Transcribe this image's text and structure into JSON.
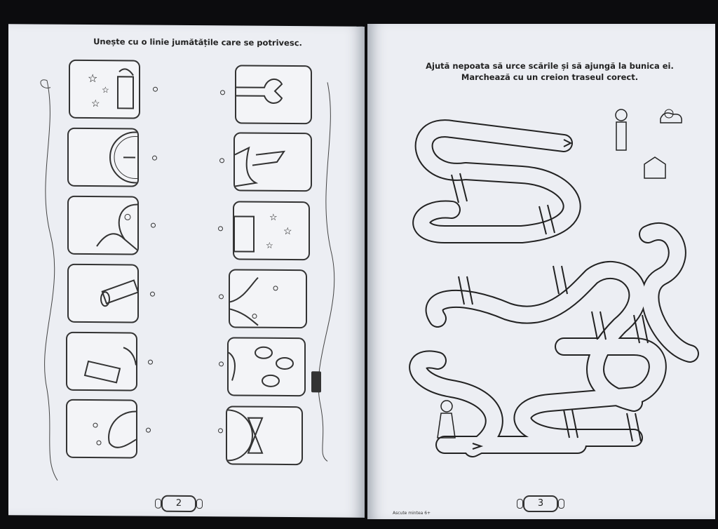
{
  "left_page": {
    "instruction": "Unește cu o linie jumătățile care se potrivesc.",
    "left_cards": [
      "gift-box-stars",
      "clock",
      "parrot",
      "pipe",
      "ribbon-bell",
      "dolphin"
    ],
    "right_cards": [
      "wrench",
      "ribbon-bell",
      "gift-box-stars",
      "dolphin-tail",
      "parrot-leaves",
      "hourglass-clock"
    ],
    "page_number": "2"
  },
  "right_page": {
    "instruction_line1": "Ajută nepoata să urce scările și să ajungă la bunica ei.",
    "instruction_line2": "Marchează cu un creion traseul corect.",
    "page_number": "3",
    "footer": "Ascute mintea 6+"
  }
}
